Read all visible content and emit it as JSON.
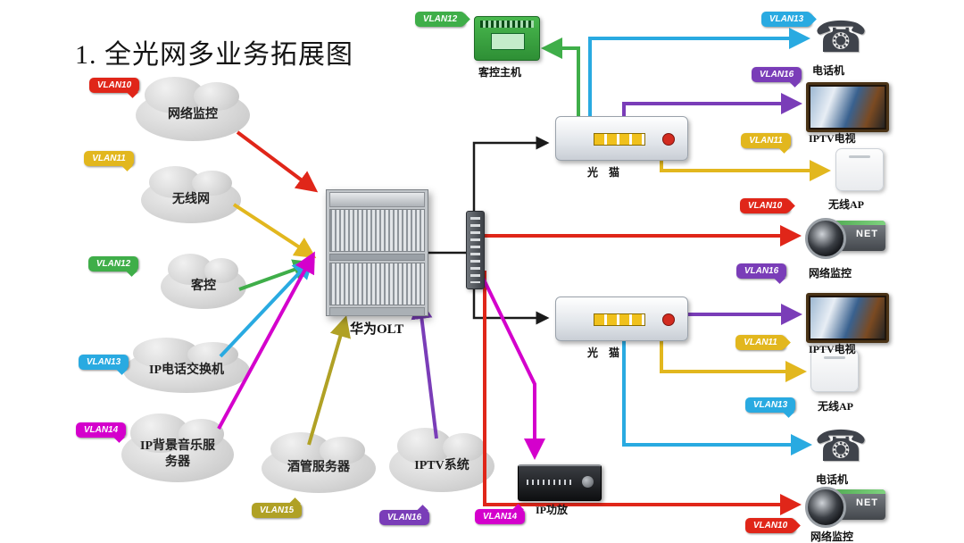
{
  "title": "1. 全光网多业务拓展图",
  "vlan_colors": {
    "VLAN10": "#e02619",
    "VLAN11": "#e2b71e",
    "VLAN12": "#3fae49",
    "VLAN13": "#29aae1",
    "VLAN14": "#d400cc",
    "VLAN15": "#b0a125",
    "VLAN16": "#7a3db8"
  },
  "wire_black": "#1a1a1a",
  "clouds": [
    {
      "vlan": "VLAN10",
      "label": "网络监控"
    },
    {
      "vlan": "VLAN11",
      "label": "无线网"
    },
    {
      "vlan": "VLAN12",
      "label": "客控"
    },
    {
      "vlan": "VLAN13",
      "label": "IP电话交换机"
    },
    {
      "vlan": "VLAN14",
      "label": "IP背景音乐服务器"
    },
    {
      "vlan": "VLAN15",
      "label": "酒管服务器"
    },
    {
      "vlan": "VLAN16",
      "label": "IPTV系统"
    }
  ],
  "olt": {
    "label": "华为OLT"
  },
  "guest_host": {
    "vlan": "VLAN12",
    "label": "客控主机"
  },
  "onts": [
    {
      "label": "光　猫"
    },
    {
      "label": "光　猫"
    }
  ],
  "endpoints": [
    {
      "vlan": "VLAN13",
      "label": "电话机"
    },
    {
      "vlan": "VLAN16",
      "label": "IPTV电视"
    },
    {
      "vlan": "VLAN11",
      "label": "无线AP"
    },
    {
      "vlan": "VLAN10",
      "label": "网络监控",
      "badge": "NET"
    },
    {
      "vlan": "VLAN16",
      "label": "IPTV电视"
    },
    {
      "vlan": "VLAN11",
      "label": "无线AP"
    },
    {
      "vlan": "VLAN13",
      "label": "电话机"
    },
    {
      "vlan": "VLAN10",
      "label": "网络监控",
      "badge": "NET"
    }
  ],
  "amplifier": {
    "vlan": "VLAN14",
    "label": "IP功放"
  },
  "icons": {
    "phone": "☎"
  }
}
